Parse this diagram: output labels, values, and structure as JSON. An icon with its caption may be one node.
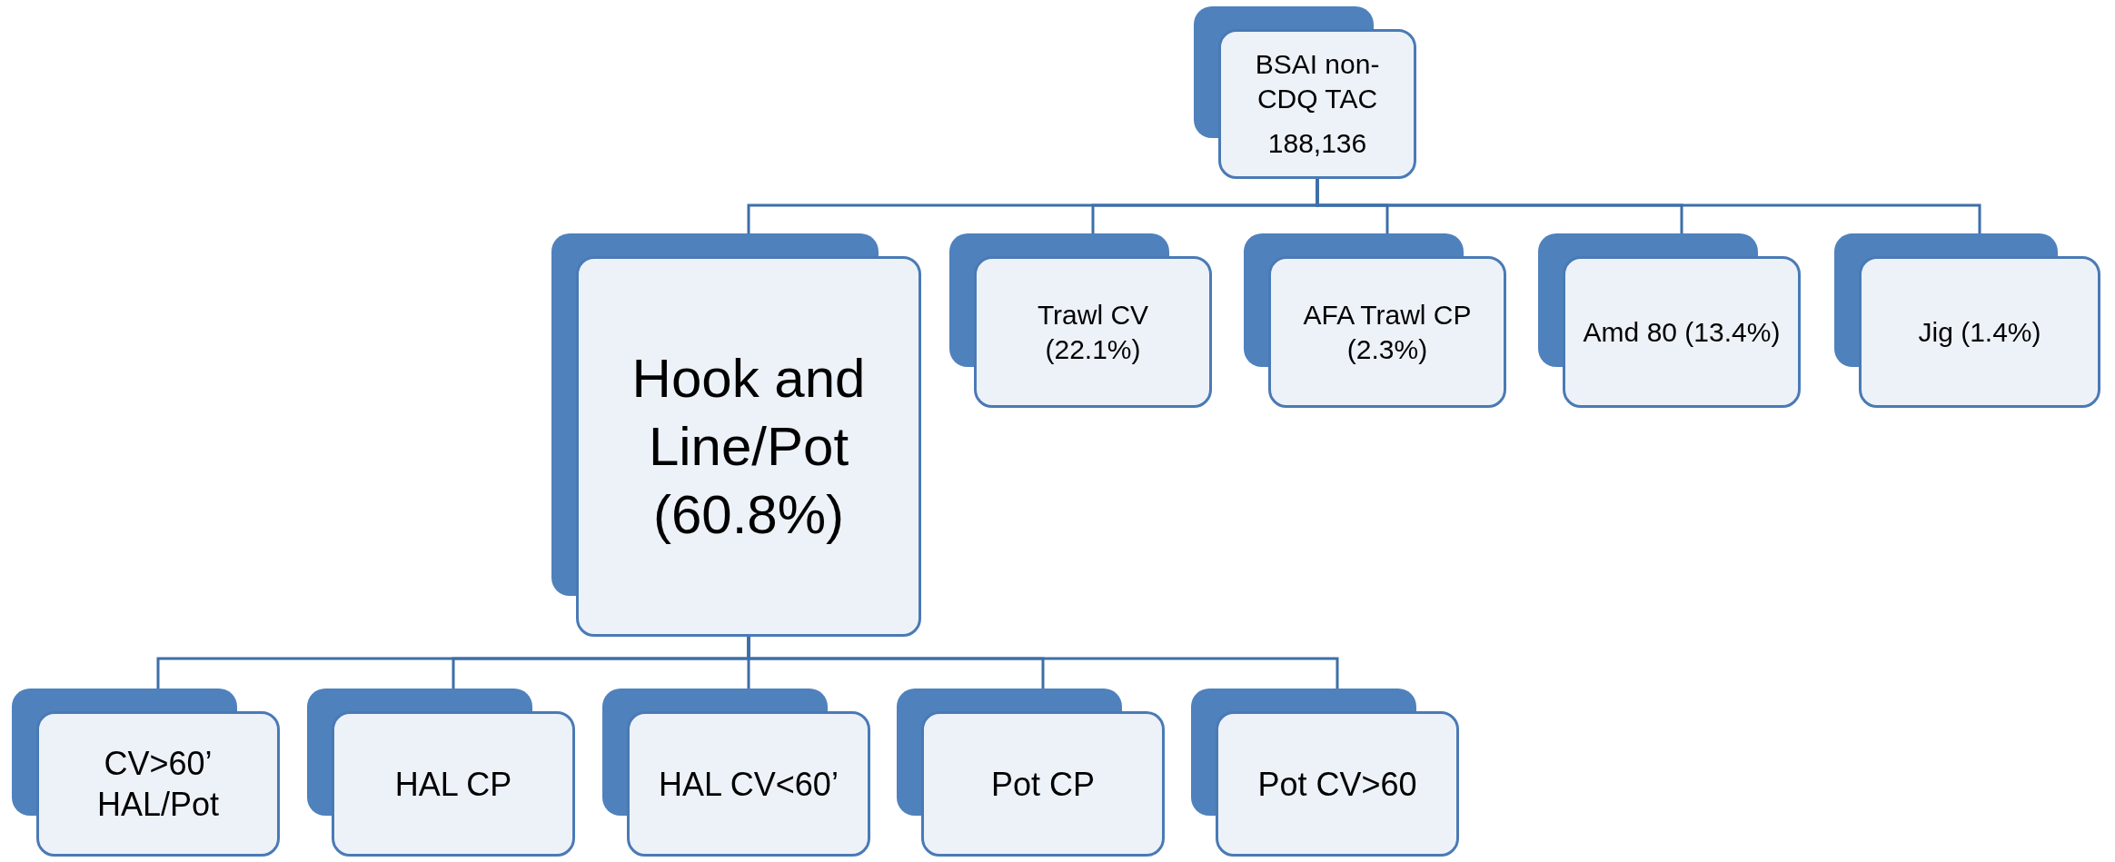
{
  "diagram": {
    "nodes": [
      {
        "text": [
          "BSAI non-CDQ TAC",
          "188,136"
        ]
      },
      {
        "text": [
          "Hook and Line/Pot (60.8%)"
        ]
      },
      {
        "text": [
          "Trawl CV (22.1%)"
        ]
      },
      {
        "text": [
          "AFA Trawl CP (2.3%)"
        ]
      },
      {
        "text": [
          "Amd 80 (13.4%)"
        ]
      },
      {
        "text": [
          "Jig (1.4%)"
        ]
      },
      {
        "text": [
          "CV>60’ HAL/Pot"
        ]
      },
      {
        "text": [
          "HAL CP"
        ]
      },
      {
        "text": [
          "HAL CV<60’"
        ]
      },
      {
        "text": [
          "Pot CP"
        ]
      },
      {
        "text": [
          "Pot CV>60"
        ]
      }
    ],
    "edges": [
      {
        "from": 0,
        "to": 1,
        "arrow": "none"
      },
      {
        "from": 0,
        "to": 2,
        "arrow": "none"
      },
      {
        "from": 0,
        "to": 3,
        "arrow": "none"
      },
      {
        "from": 0,
        "to": 4,
        "arrow": "none"
      },
      {
        "from": 0,
        "to": 5,
        "arrow": "none"
      },
      {
        "from": 1,
        "to": 6,
        "arrow": "none"
      },
      {
        "from": 1,
        "to": 7,
        "arrow": "none"
      },
      {
        "from": 1,
        "to": 8,
        "arrow": "none"
      },
      {
        "from": 1,
        "to": 9,
        "arrow": "none"
      },
      {
        "from": 1,
        "to": 10,
        "arrow": "none"
      }
    ]
  }
}
